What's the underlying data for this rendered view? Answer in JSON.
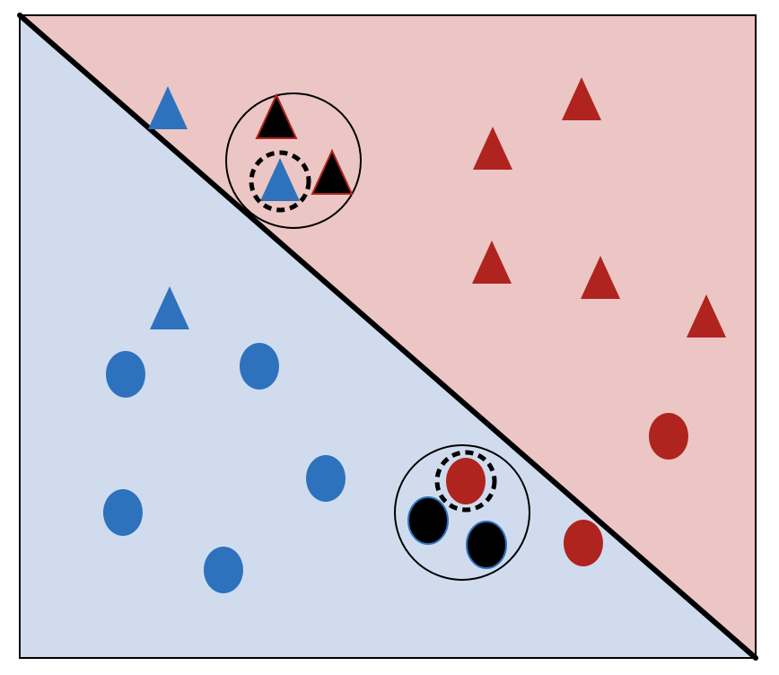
{
  "colors": {
    "region_blue": "#d0dcee",
    "region_red": "#ecc6c4",
    "marker_blue": "#2e72bd",
    "marker_red": "#b0241f",
    "marker_black": "#000000",
    "boundary": "#000000",
    "frame": "#000000"
  },
  "regions": [
    {
      "name": "blue-region",
      "color": "region_blue",
      "side": "lower-left"
    },
    {
      "name": "red-region",
      "color": "region_red",
      "side": "upper-right"
    }
  ],
  "markers": [
    {
      "shape": "triangle",
      "color": "marker_blue",
      "region": "red"
    },
    {
      "shape": "triangle",
      "color": "marker_blue",
      "region": "blue"
    },
    {
      "shape": "circle",
      "color": "marker_blue",
      "region": "blue"
    },
    {
      "shape": "circle",
      "color": "marker_blue",
      "region": "blue"
    },
    {
      "shape": "circle",
      "color": "marker_blue",
      "region": "blue"
    },
    {
      "shape": "circle",
      "color": "marker_blue",
      "region": "blue"
    },
    {
      "shape": "circle",
      "color": "marker_blue",
      "region": "blue"
    },
    {
      "shape": "triangle",
      "color": "marker_red",
      "region": "red"
    },
    {
      "shape": "triangle",
      "color": "marker_red",
      "region": "red"
    },
    {
      "shape": "triangle",
      "color": "marker_red",
      "region": "red"
    },
    {
      "shape": "triangle",
      "color": "marker_red",
      "region": "red"
    },
    {
      "shape": "triangle",
      "color": "marker_red",
      "region": "red"
    },
    {
      "shape": "circle",
      "color": "marker_red",
      "region": "red"
    },
    {
      "shape": "circle",
      "color": "marker_red",
      "region": "blue"
    }
  ],
  "neighborhoods": [
    {
      "name": "upper-neighborhood",
      "query_point": {
        "shape": "triangle",
        "color": "marker_blue",
        "highlight": "dashed-ring"
      },
      "neighbors": [
        {
          "shape": "triangle",
          "color": "marker_black",
          "outline": "marker_red"
        },
        {
          "shape": "triangle",
          "color": "marker_black",
          "outline": "marker_red"
        }
      ]
    },
    {
      "name": "lower-neighborhood",
      "query_point": {
        "shape": "circle",
        "color": "marker_red",
        "highlight": "dashed-ring"
      },
      "neighbors": [
        {
          "shape": "circle",
          "color": "marker_black",
          "outline": "marker_blue"
        },
        {
          "shape": "circle",
          "color": "marker_black",
          "outline": "marker_blue"
        }
      ]
    }
  ]
}
